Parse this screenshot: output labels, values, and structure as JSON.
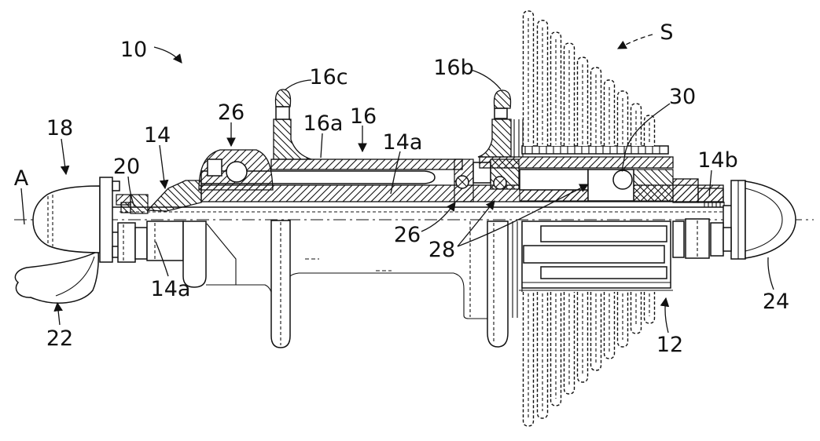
{
  "figure": {
    "title": "Bicycle hub assembly sectional patent drawing",
    "type": "patent-line-drawing",
    "reference_labels": {
      "hub_assembly": "10",
      "sprocket_cluster": "S",
      "skewer_head": "18",
      "axle_axis": "A",
      "hub_axle": "14",
      "seal": "20",
      "bearing_left_upper": "26",
      "flange_cap_left": "16c",
      "shell_barrel": "16a",
      "hub_shell": "16",
      "axle_portion_upper": "14a",
      "flange_right": "16b",
      "bearing_right": "30",
      "axle_right_end": "14b",
      "bearing_lower": "26",
      "ratchet": "28",
      "axle_portion_lower": "14a",
      "qr_lever": "22",
      "freehub_body": "12",
      "end_cap": "24"
    }
  }
}
